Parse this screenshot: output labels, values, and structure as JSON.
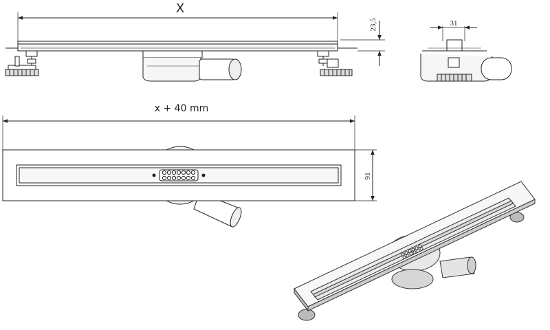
{
  "dimensions": {
    "length_label": "X",
    "overall_length_label": "x + 40 mm",
    "height_label": "23,5",
    "outlet_width_label": "31",
    "width_label": "91"
  }
}
